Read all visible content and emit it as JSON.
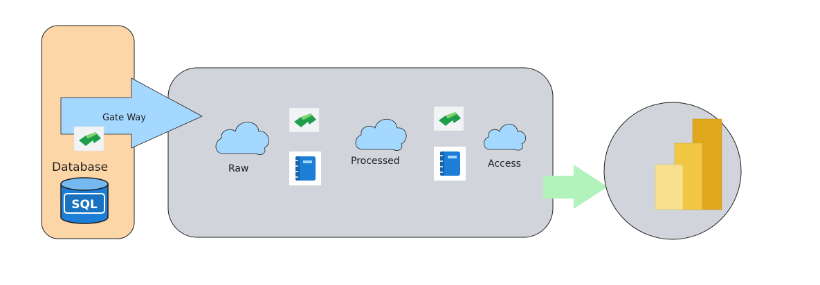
{
  "colors": {
    "source_panel": "#fdd6a8",
    "pipeline_panel": "#d1d5db",
    "report_circle": "#d1d5db",
    "gateway_arrow": "#a5d8ff",
    "output_arrow": "#b2f2bb",
    "cloud_fill": "#a5d8ff",
    "stroke": "#1e1e1e",
    "sql_blue": "#1c7ed6",
    "bar_light": "#f8e08e",
    "bar_mid": "#f2c744",
    "bar_dark": "#e0a71c"
  },
  "source": {
    "database_label": "Database",
    "sql_label": "SQL"
  },
  "gateway": {
    "label": "Gate Way"
  },
  "pipeline": {
    "raw_label": "Raw",
    "processed_label": "Processed",
    "access_label": "Access"
  },
  "icons": {
    "pipeline_icon": "green-arrow-pipeline-icon",
    "notebook_icon": "blue-notebook-icon",
    "report_icon": "bar-chart-report-icon",
    "sql_icon": "sql-database-cylinder-icon",
    "cloud_icon": "cloud-storage-icon"
  }
}
